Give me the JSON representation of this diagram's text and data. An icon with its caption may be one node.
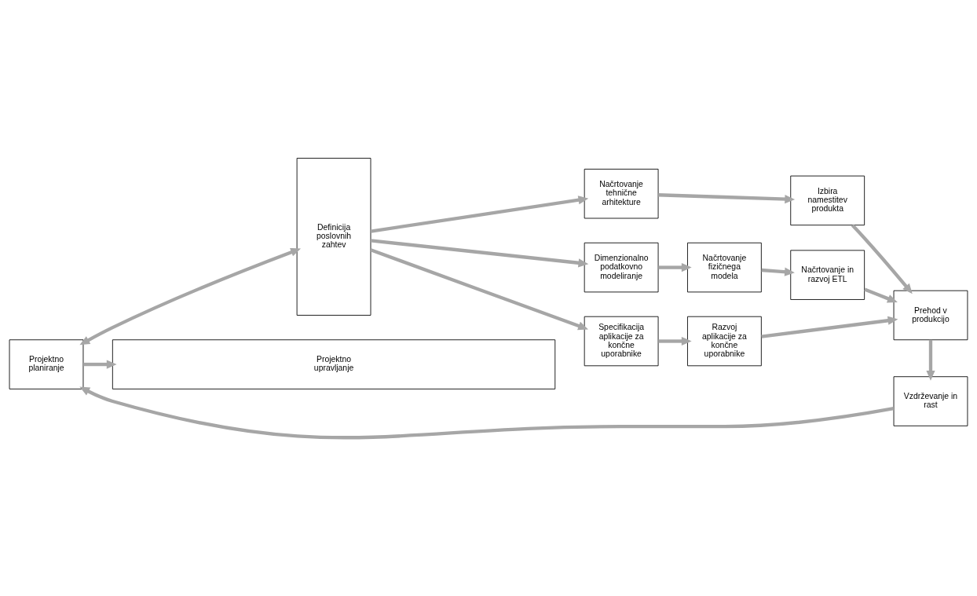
{
  "diagram": {
    "nodes": [
      {
        "text": [
          "Projektno planiranje"
        ]
      },
      {
        "text": [
          "Definicija poslovnih zahtev"
        ]
      },
      {
        "text": [
          "Načrtovanje tehnične arhitekture"
        ]
      },
      {
        "text": [
          "Izbira namestitev produkta"
        ]
      },
      {
        "text": [
          "Dimenzionalno podatkovno modeliranje"
        ]
      },
      {
        "text": [
          "Načrtovanje fizičnega modela"
        ]
      },
      {
        "text": [
          "Načrtovanje in razvoj ETL"
        ]
      },
      {
        "text": [
          "Specifikacija aplikacije za končne uporabnike"
        ]
      },
      {
        "text": [
          "Razvoj aplikacije za končne uporabnike"
        ]
      },
      {
        "text": [
          "Prehod v produkcijo"
        ]
      },
      {
        "text": [
          "Vzdrževanje in rast"
        ]
      },
      {
        "text": [
          "Projektno upravljanje"
        ]
      }
    ],
    "edges": [
      {
        "from": 0,
        "to": 1,
        "arrow": "both"
      },
      {
        "from": 1,
        "to": 2,
        "arrow": "to"
      },
      {
        "from": 1,
        "to": 4,
        "arrow": "to"
      },
      {
        "from": 1,
        "to": 7,
        "arrow": "to"
      },
      {
        "from": 2,
        "to": 3,
        "arrow": "to"
      },
      {
        "from": 4,
        "to": 5,
        "arrow": "to"
      },
      {
        "from": 5,
        "to": 6,
        "arrow": "to"
      },
      {
        "from": 7,
        "to": 8,
        "arrow": "to"
      },
      {
        "from": 3,
        "to": 9,
        "arrow": "to"
      },
      {
        "from": 6,
        "to": 9,
        "arrow": "to"
      },
      {
        "from": 8,
        "to": 9,
        "arrow": "to"
      },
      {
        "from": 9,
        "to": 10,
        "arrow": "to"
      },
      {
        "from": 10,
        "to": 0,
        "arrow": "to"
      },
      {
        "from": 0,
        "to": 11,
        "arrow": "to"
      }
    ]
  }
}
